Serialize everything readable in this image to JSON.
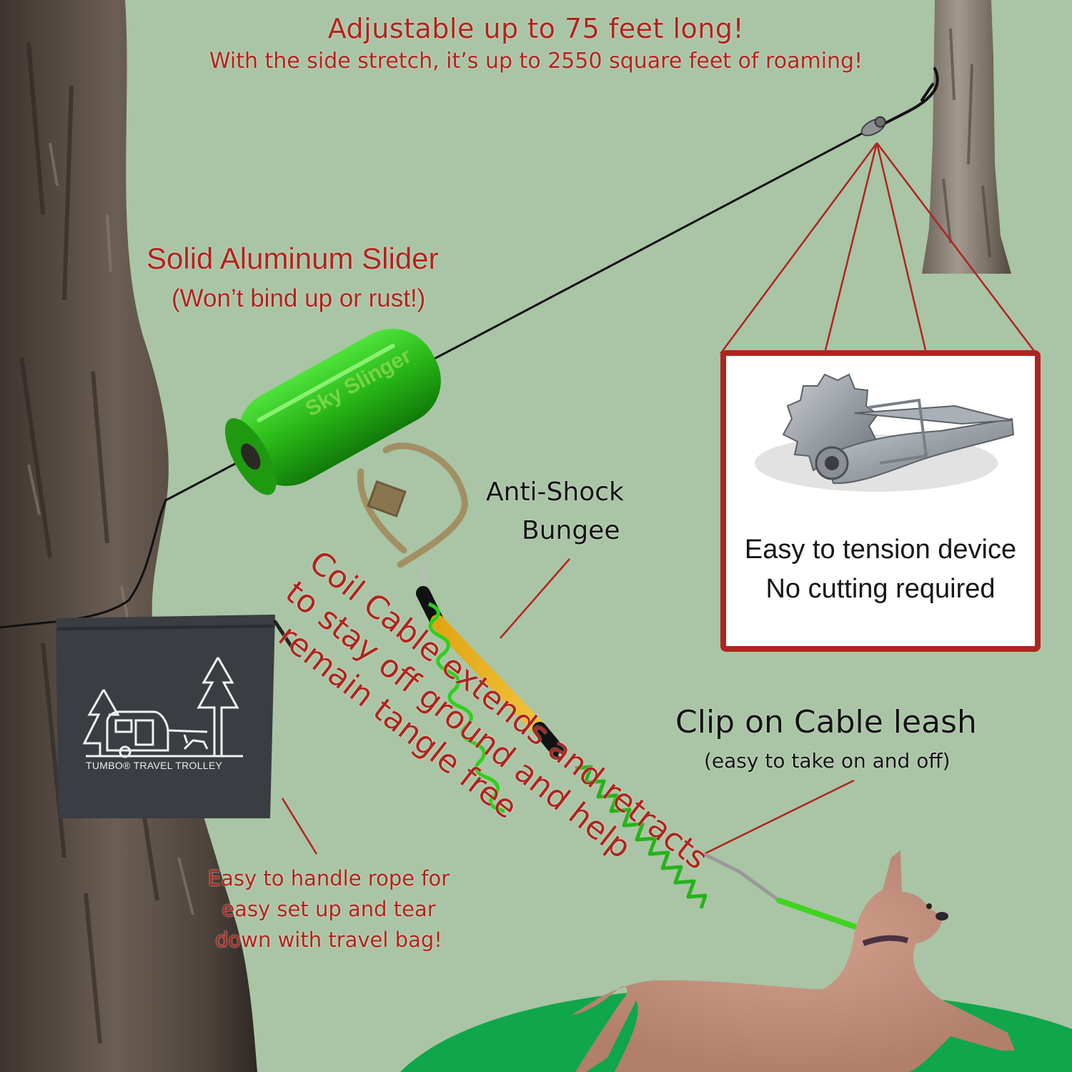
{
  "headline": {
    "title": "Adjustable up to 75 feet long!",
    "subtitle": "With the side stretch, it’s up to 2550 square feet of roaming!"
  },
  "slider": {
    "title": "Solid Aluminum Slider",
    "subtitle": "(Won’t bind up or rust!)",
    "engraving": "Sky Slinger"
  },
  "tension_device": {
    "line1": "Easy to tension device",
    "line2": "No cutting required"
  },
  "bungee": {
    "line1": "Anti-Shock",
    "line2": "Bungee"
  },
  "coil_cable": {
    "lines": [
      "Coil Cable extends and retracts",
      "to stay off ground and help",
      "remain tangle free"
    ]
  },
  "leash": {
    "title": "Clip on Cable leash",
    "subtitle": "(easy to take on and off)"
  },
  "rope": {
    "text": "Easy to handle rope for easy set up and tear down with travel bag!"
  },
  "bag": {
    "brand_text": "TUMBO® TRAVEL TROLLEY"
  },
  "colors": {
    "background": "#a9c5a5",
    "accent_red": "#b0241f",
    "slider_green": "#2fbf1e",
    "lawn_green": "#10a64c",
    "bag_gray": "#3a3d42"
  }
}
